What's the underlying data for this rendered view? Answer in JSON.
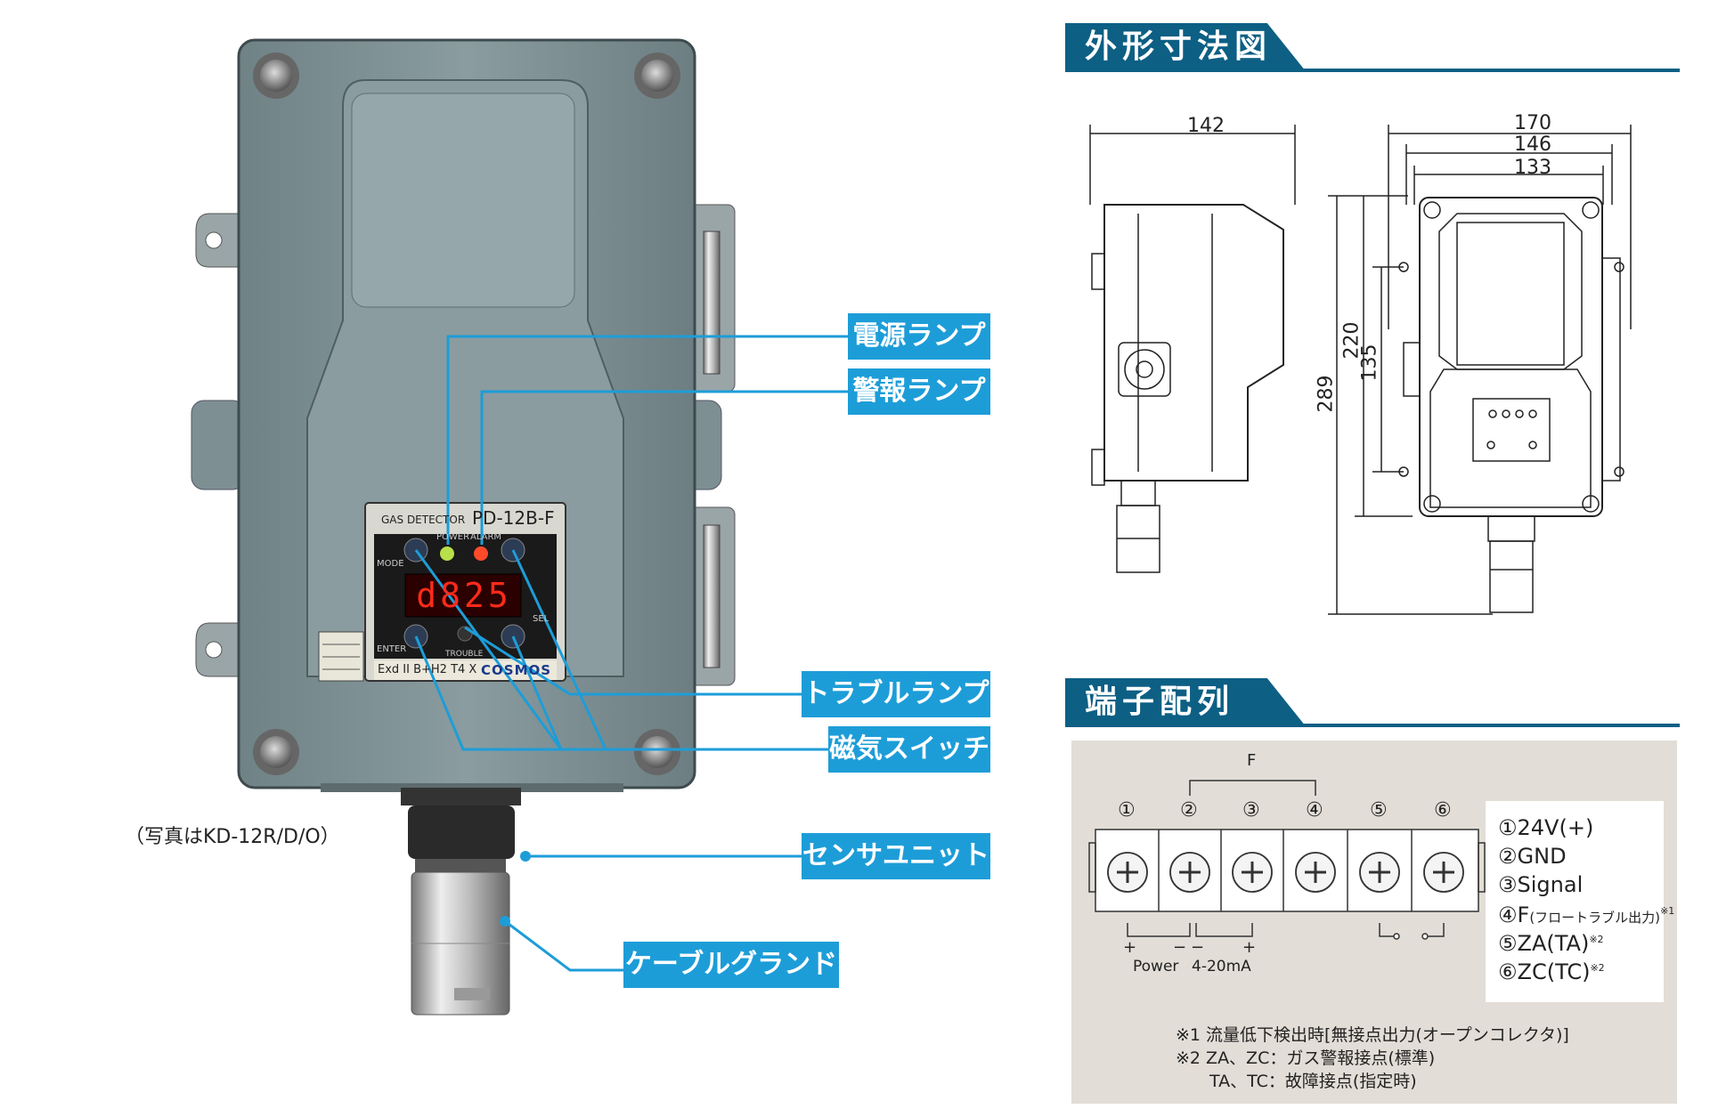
{
  "device": {
    "panel_model": "PD-12B-F",
    "panel_title": "GAS DETECTOR",
    "lamp_labels": [
      "POWER",
      "ALARM"
    ],
    "display_value": "d825",
    "button_labels": [
      "MODE",
      "ENTER",
      "SEL"
    ],
    "trouble_label": "TROUBLE",
    "rating_text": "Exd II B+H2 T4 X",
    "brand": "COSMOS",
    "photo_caption": "（写真はKD-12R/D/O）"
  },
  "callouts": {
    "power_lamp": "電源ランプ",
    "alarm_lamp": "警報ランプ",
    "trouble_lamp": "トラブルランプ",
    "magnetic_switch": "磁気スイッチ",
    "sensor_unit": "センサユニット",
    "cable_gland": "ケーブルグランド"
  },
  "dimensions": {
    "title": "外形寸法図",
    "side_width": "142",
    "front_widths": [
      "170",
      "146",
      "133"
    ],
    "heights": [
      "289",
      "220",
      "135"
    ]
  },
  "terminals": {
    "title": "端子配列",
    "f_label": "F",
    "numbers": [
      "①",
      "②",
      "③",
      "④",
      "⑤",
      "⑥"
    ],
    "power_label": "Power",
    "signal_label": "4-20mA",
    "plus": "+",
    "minus": "−",
    "legend": [
      {
        "main": "①24V(+)",
        "small": "",
        "sup": ""
      },
      {
        "main": "②GND",
        "small": "",
        "sup": ""
      },
      {
        "main": "③Signal",
        "small": "",
        "sup": ""
      },
      {
        "main": "④F",
        "small": "(フロートラブル出力)",
        "sup": "※1"
      },
      {
        "main": "⑤ZA(TA)",
        "small": "",
        "sup": "※2"
      },
      {
        "main": "⑥ZC(TC)",
        "small": "",
        "sup": "※2"
      }
    ],
    "notes": [
      "※1 流量低下検出時[無接点出力(オープンコレクタ)]",
      "※2 ZA、ZC：ガス警報接点(標準)",
      "TA、TC：故障接点(指定時)"
    ]
  },
  "colors": {
    "callout_bg": "#1d9dd8",
    "section_header": "#0d5f84",
    "housing": "#7a8c90",
    "terminal_bg": "#e2ddd6"
  }
}
